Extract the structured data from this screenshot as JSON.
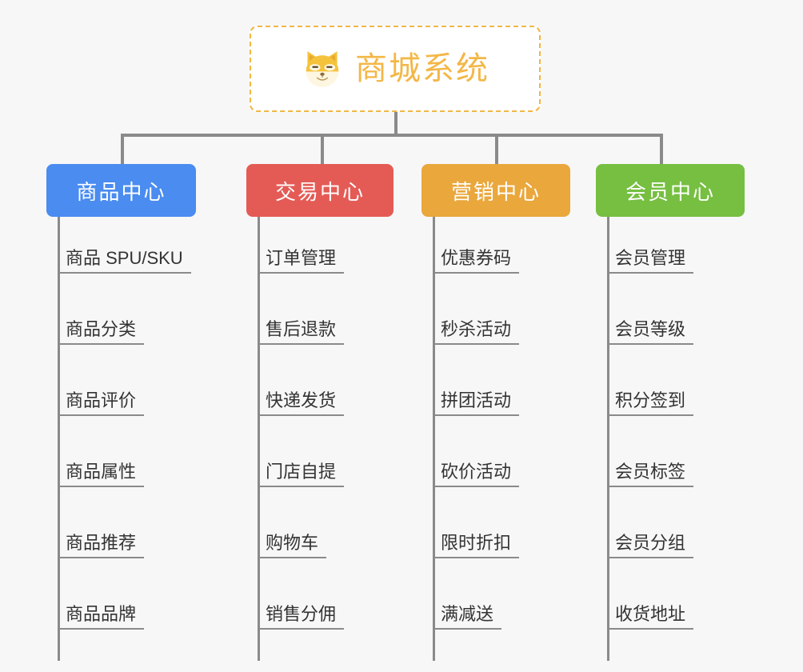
{
  "root": {
    "title": "商城系统",
    "icon": "shiba-dog-icon",
    "border_color": "#f2b643",
    "text_color": "#f3b747",
    "background": "#ffffff"
  },
  "page": {
    "background": "#f7f7f7",
    "connector_color": "#8a8a8a"
  },
  "branches": [
    {
      "label": "商品中心",
      "color": "#4a8cf0",
      "items": [
        "商品 SPU/SKU",
        "商品分类",
        "商品评价",
        "商品属性",
        "商品推荐",
        "商品品牌"
      ]
    },
    {
      "label": "交易中心",
      "color": "#e45b56",
      "items": [
        "订单管理",
        "售后退款",
        "快递发货",
        "门店自提",
        "购物车",
        "销售分佣"
      ]
    },
    {
      "label": "营销中心",
      "color": "#eaa73c",
      "items": [
        "优惠券码",
        "秒杀活动",
        "拼团活动",
        "砍价活动",
        "限时折扣",
        "满减送"
      ]
    },
    {
      "label": "会员中心",
      "color": "#76bf41",
      "items": [
        "会员管理",
        "会员等级",
        "积分签到",
        "会员标签",
        "会员分组",
        "收货地址"
      ]
    }
  ]
}
